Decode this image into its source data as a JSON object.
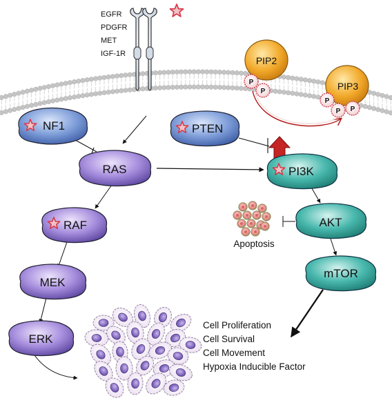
{
  "receptors": [
    "EGFR",
    "PDGFR",
    "MET",
    "IGF-1R"
  ],
  "nodes": {
    "nf1": "NF1",
    "pten": "PTEN",
    "ras": "RAS",
    "raf": "RAF",
    "mek": "MEK",
    "erk": "ERK",
    "pi3k": "PI3K",
    "akt": "AKT",
    "mtor": "mTOR"
  },
  "lipids": {
    "pip2": "PIP2",
    "pip3": "PIP3",
    "phosphate": "P"
  },
  "apoptosis": "Apoptosis",
  "outcomes": [
    "Cell Proliferation",
    "Cell Survival",
    "Cell Movement",
    "Hypoxia Inducible Factor"
  ],
  "colors": {
    "blue_node": "#6f8fcf",
    "purple_node": "#9b82d6",
    "teal_node": "#3fb3a8",
    "pip": "#f0a82a",
    "mutation_star": "#e8485a",
    "membrane": "#c9c9c9"
  },
  "icons": {
    "mutation": "star-icon",
    "cell": "cell-icon"
  }
}
